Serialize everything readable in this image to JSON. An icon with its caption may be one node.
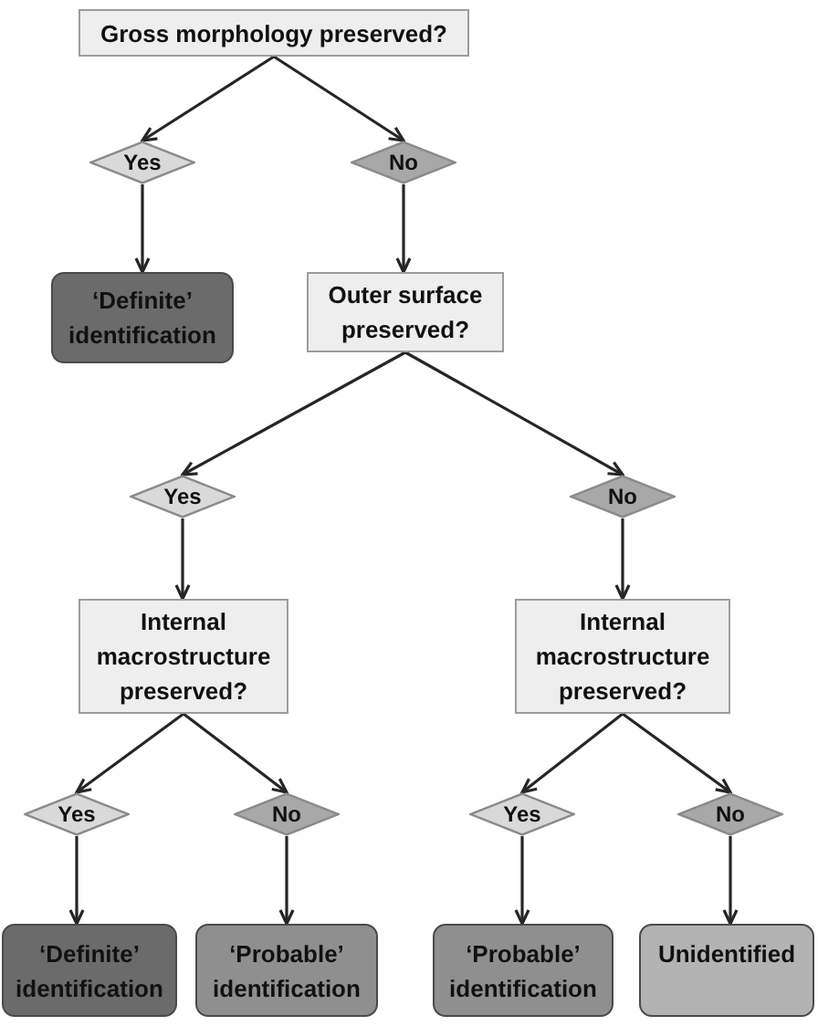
{
  "diagram": {
    "nodes": [
      {
        "text": [
          "Gross morphology preserved?"
        ]
      },
      {
        "text": [
          "Yes"
        ]
      },
      {
        "text": [
          "No"
        ]
      },
      {
        "text": [
          "‘Definite’ identification"
        ]
      },
      {
        "text": [
          "Outer surface preserved?"
        ]
      },
      {
        "text": [
          "Yes"
        ]
      },
      {
        "text": [
          "No"
        ]
      },
      {
        "text": [
          "Internal macrostructure preserved?"
        ]
      },
      {
        "text": [
          "Internal macrostructure preserved?"
        ]
      },
      {
        "text": [
          "Yes"
        ]
      },
      {
        "text": [
          "No"
        ]
      },
      {
        "text": [
          "Yes"
        ]
      },
      {
        "text": [
          "No"
        ]
      },
      {
        "text": [
          "‘Definite’ identification"
        ]
      },
      {
        "text": [
          "‘Probable’ identification"
        ]
      },
      {
        "text": [
          "‘Probable’ identification"
        ]
      },
      {
        "text": [
          "Unidentified"
        ]
      }
    ],
    "edges": [
      {
        "from": 0,
        "to": 1,
        "arrow": "to"
      },
      {
        "from": 0,
        "to": 2,
        "arrow": "to"
      },
      {
        "from": 1,
        "to": 3,
        "arrow": "to"
      },
      {
        "from": 2,
        "to": 4,
        "arrow": "to"
      },
      {
        "from": 4,
        "to": 5,
        "arrow": "to"
      },
      {
        "from": 4,
        "to": 6,
        "arrow": "to"
      },
      {
        "from": 5,
        "to": 7,
        "arrow": "to"
      },
      {
        "from": 6,
        "to": 8,
        "arrow": "to"
      },
      {
        "from": 7,
        "to": 9,
        "arrow": "to"
      },
      {
        "from": 7,
        "to": 10,
        "arrow": "to"
      },
      {
        "from": 8,
        "to": 11,
        "arrow": "to"
      },
      {
        "from": 8,
        "to": 12,
        "arrow": "to"
      },
      {
        "from": 9,
        "to": 13,
        "arrow": "to"
      },
      {
        "from": 10,
        "to": 14,
        "arrow": "to"
      },
      {
        "from": 11,
        "to": 15,
        "arrow": "to"
      },
      {
        "from": 12,
        "to": 16,
        "arrow": "to"
      }
    ]
  }
}
